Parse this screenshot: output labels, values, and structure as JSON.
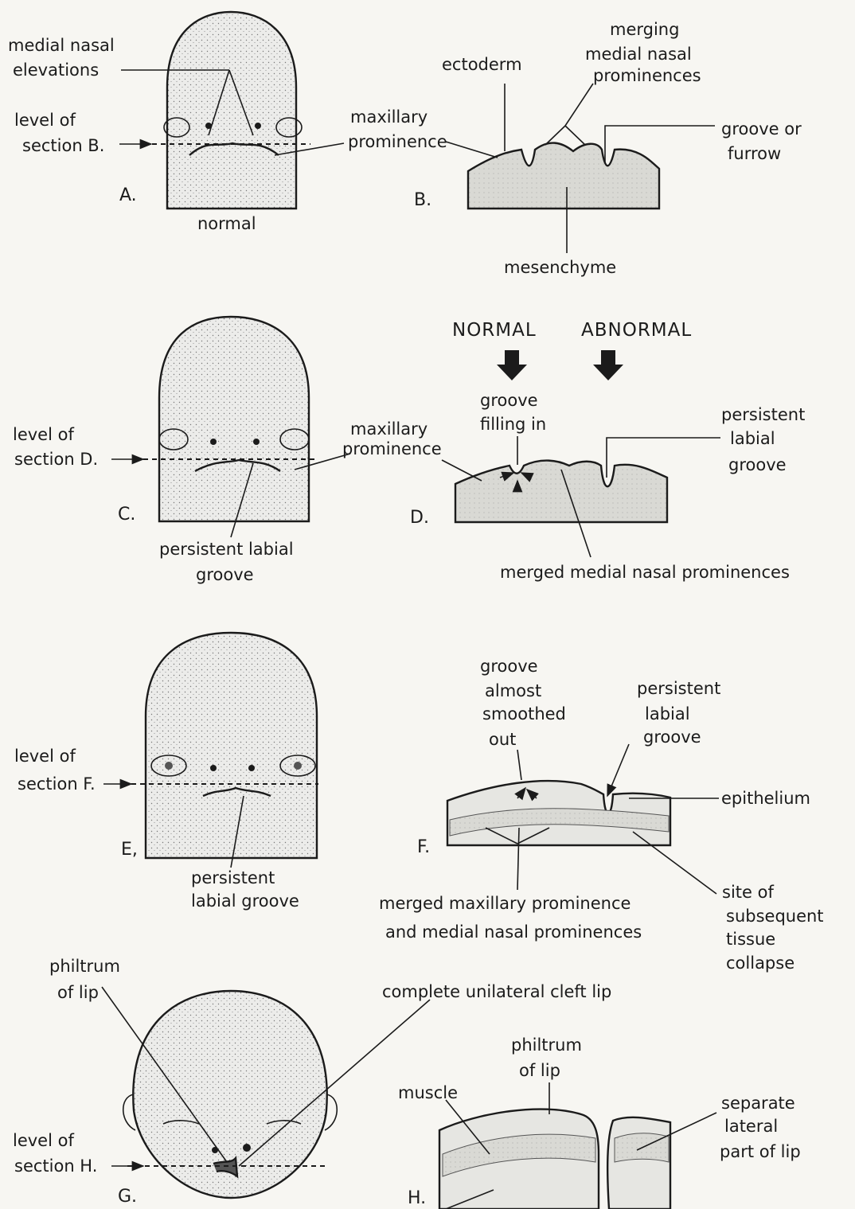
{
  "labels": {
    "medial_nasal": "medial nasal",
    "elevations": "elevations",
    "level_of_1": "level of",
    "section_b": "section B.",
    "letter_a": "A.",
    "normal": "normal",
    "merging": "merging",
    "medial_nasal_2": "medial nasal",
    "prominences_1": "prominences",
    "ectoderm": "ectoderm",
    "maxillary_1": "maxillary",
    "prominence_1": "prominence",
    "groove_or": "groove or",
    "furrow": "furrow",
    "letter_b": "B.",
    "mesenchyme": "mesenchyme",
    "normal_caps": "NORMAL",
    "abnormal_caps": "ABNORMAL",
    "level_of_2": "level of",
    "section_d": "section D.",
    "letter_c": "C.",
    "persistent_labial": "persistent labial",
    "groove_1": "groove",
    "groove_2": "groove",
    "filling_in": "filling in",
    "maxillary_2": "maxillary",
    "prominence_2": "prominence",
    "persistent_1": "persistent",
    "labial_1": "labial",
    "groove_3": "groove",
    "letter_d": "D.",
    "merged_medial": "merged medial nasal prominences",
    "level_of_3": "level of",
    "section_f": "section F.",
    "letter_e": "E,",
    "persistent_2": "persistent",
    "labial_groove": "labial groove",
    "groove_4": "groove",
    "almost": "almost",
    "smoothed": "smoothed",
    "out": "out",
    "persistent_3": "persistent",
    "labial_2": "labial",
    "groove_5": "groove",
    "epithelium": "epithelium",
    "letter_f": "F.",
    "merged_maxillary": "merged maxillary prominence",
    "and_medial": "and medial nasal prominences",
    "site_of": "site of",
    "subsequent": "subsequent",
    "tissue": "tissue",
    "collapse": "collapse",
    "philtrum_1": "philtrum",
    "of_lip_1": "of lip",
    "complete_unilateral": "complete unilateral cleft lip",
    "level_of_4": "level of",
    "section_h": "section H.",
    "letter_g": "G.",
    "philtrum_2": "philtrum",
    "of_lip_2": "of lip",
    "muscle": "muscle",
    "separate": "separate",
    "lateral": "lateral",
    "part_of_lip": "part of lip",
    "letter_h": "H."
  },
  "colors": {
    "ink": "#1b1b1b",
    "skin": "#ececea",
    "mesenchyme": "#d9d9d4",
    "paper": "#f7f6f2"
  }
}
